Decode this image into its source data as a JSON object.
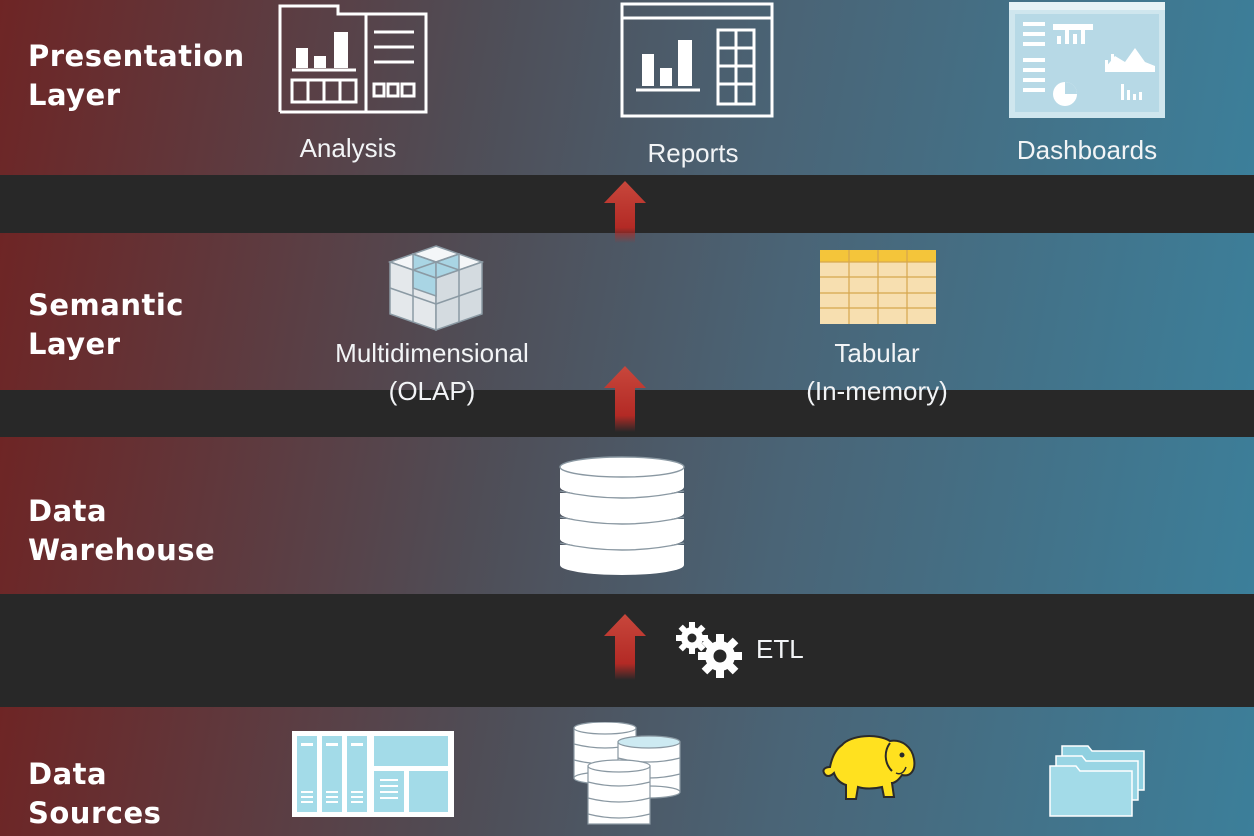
{
  "presentation": {
    "title_line1": "Presentation",
    "title_line2": "Layer",
    "items": [
      "Analysis",
      "Reports",
      "Dashboards"
    ]
  },
  "semantic": {
    "title_line1": "Semantic",
    "title_line2": "Layer",
    "multidimensional_line1": "Multidimensional",
    "multidimensional_line2": "(OLAP)",
    "tabular_line1": "Tabular",
    "tabular_line2": "(In-memory)"
  },
  "warehouse": {
    "title_line1": "Data",
    "title_line2": "Warehouse"
  },
  "etl": {
    "label": "ETL"
  },
  "sources": {
    "title_line1": "Data",
    "title_line2": "Sources"
  },
  "colors": {
    "band_left": "#6e2525",
    "band_right": "#3c7f9a",
    "gap": "#282828",
    "arrow": "#c23a30",
    "cube_face": "#a9d5e4",
    "tabular_header": "#f4c53a",
    "tabular_cell": "#f7dfb0",
    "source_icon": "#a3dbe8",
    "hadoop": "#ffe11f"
  }
}
